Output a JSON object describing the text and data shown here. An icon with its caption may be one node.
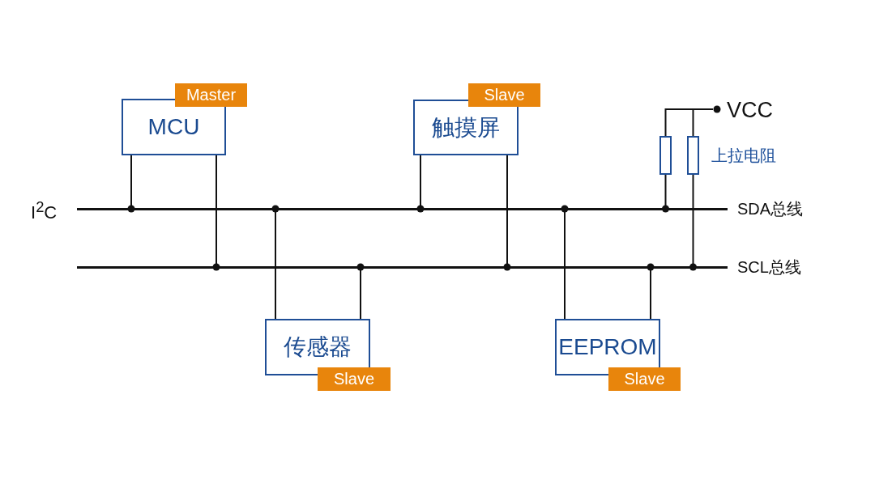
{
  "diagram": {
    "nodes": [
      {
        "text": [
          "Master",
          "MCU"
        ]
      },
      {
        "text": [
          "Slave",
          "触摸屏"
        ]
      },
      {
        "text": [
          "传感器",
          "Slave"
        ]
      },
      {
        "text": [
          "EEPROM",
          "Slave"
        ]
      },
      {
        "text": [],
        "shape": "bar"
      },
      {
        "text": [],
        "shape": "bar"
      },
      {
        "text": [
          "VCC"
        ]
      },
      {
        "text": [],
        "shape": "box"
      },
      {
        "text": [],
        "shape": "box"
      }
    ],
    "edges": [
      {
        "from": 0,
        "to": 4,
        "arrow": "other"
      },
      {
        "from": 0,
        "to": 5,
        "arrow": "other"
      },
      {
        "from": 1,
        "to": 4,
        "arrow": "other"
      },
      {
        "from": 1,
        "to": 5,
        "arrow": "other"
      },
      {
        "from": 2,
        "to": 4,
        "arrow": "other"
      },
      {
        "from": 2,
        "to": 5,
        "arrow": "other"
      },
      {
        "from": 3,
        "to": 4,
        "arrow": "other"
      },
      {
        "from": 3,
        "to": 5,
        "arrow": "other"
      },
      {
        "from": 6,
        "to": 7,
        "arrow": "none"
      },
      {
        "from": 6,
        "to": 8,
        "arrow": "none"
      },
      {
        "from": 7,
        "to": 4,
        "arrow": "other"
      },
      {
        "from": 8,
        "to": 5,
        "arrow": "other"
      }
    ],
    "labels": [
      "I$^{2}$C",
      "SDA总线",
      "SCL总线",
      "上拉电阻"
    ]
  }
}
